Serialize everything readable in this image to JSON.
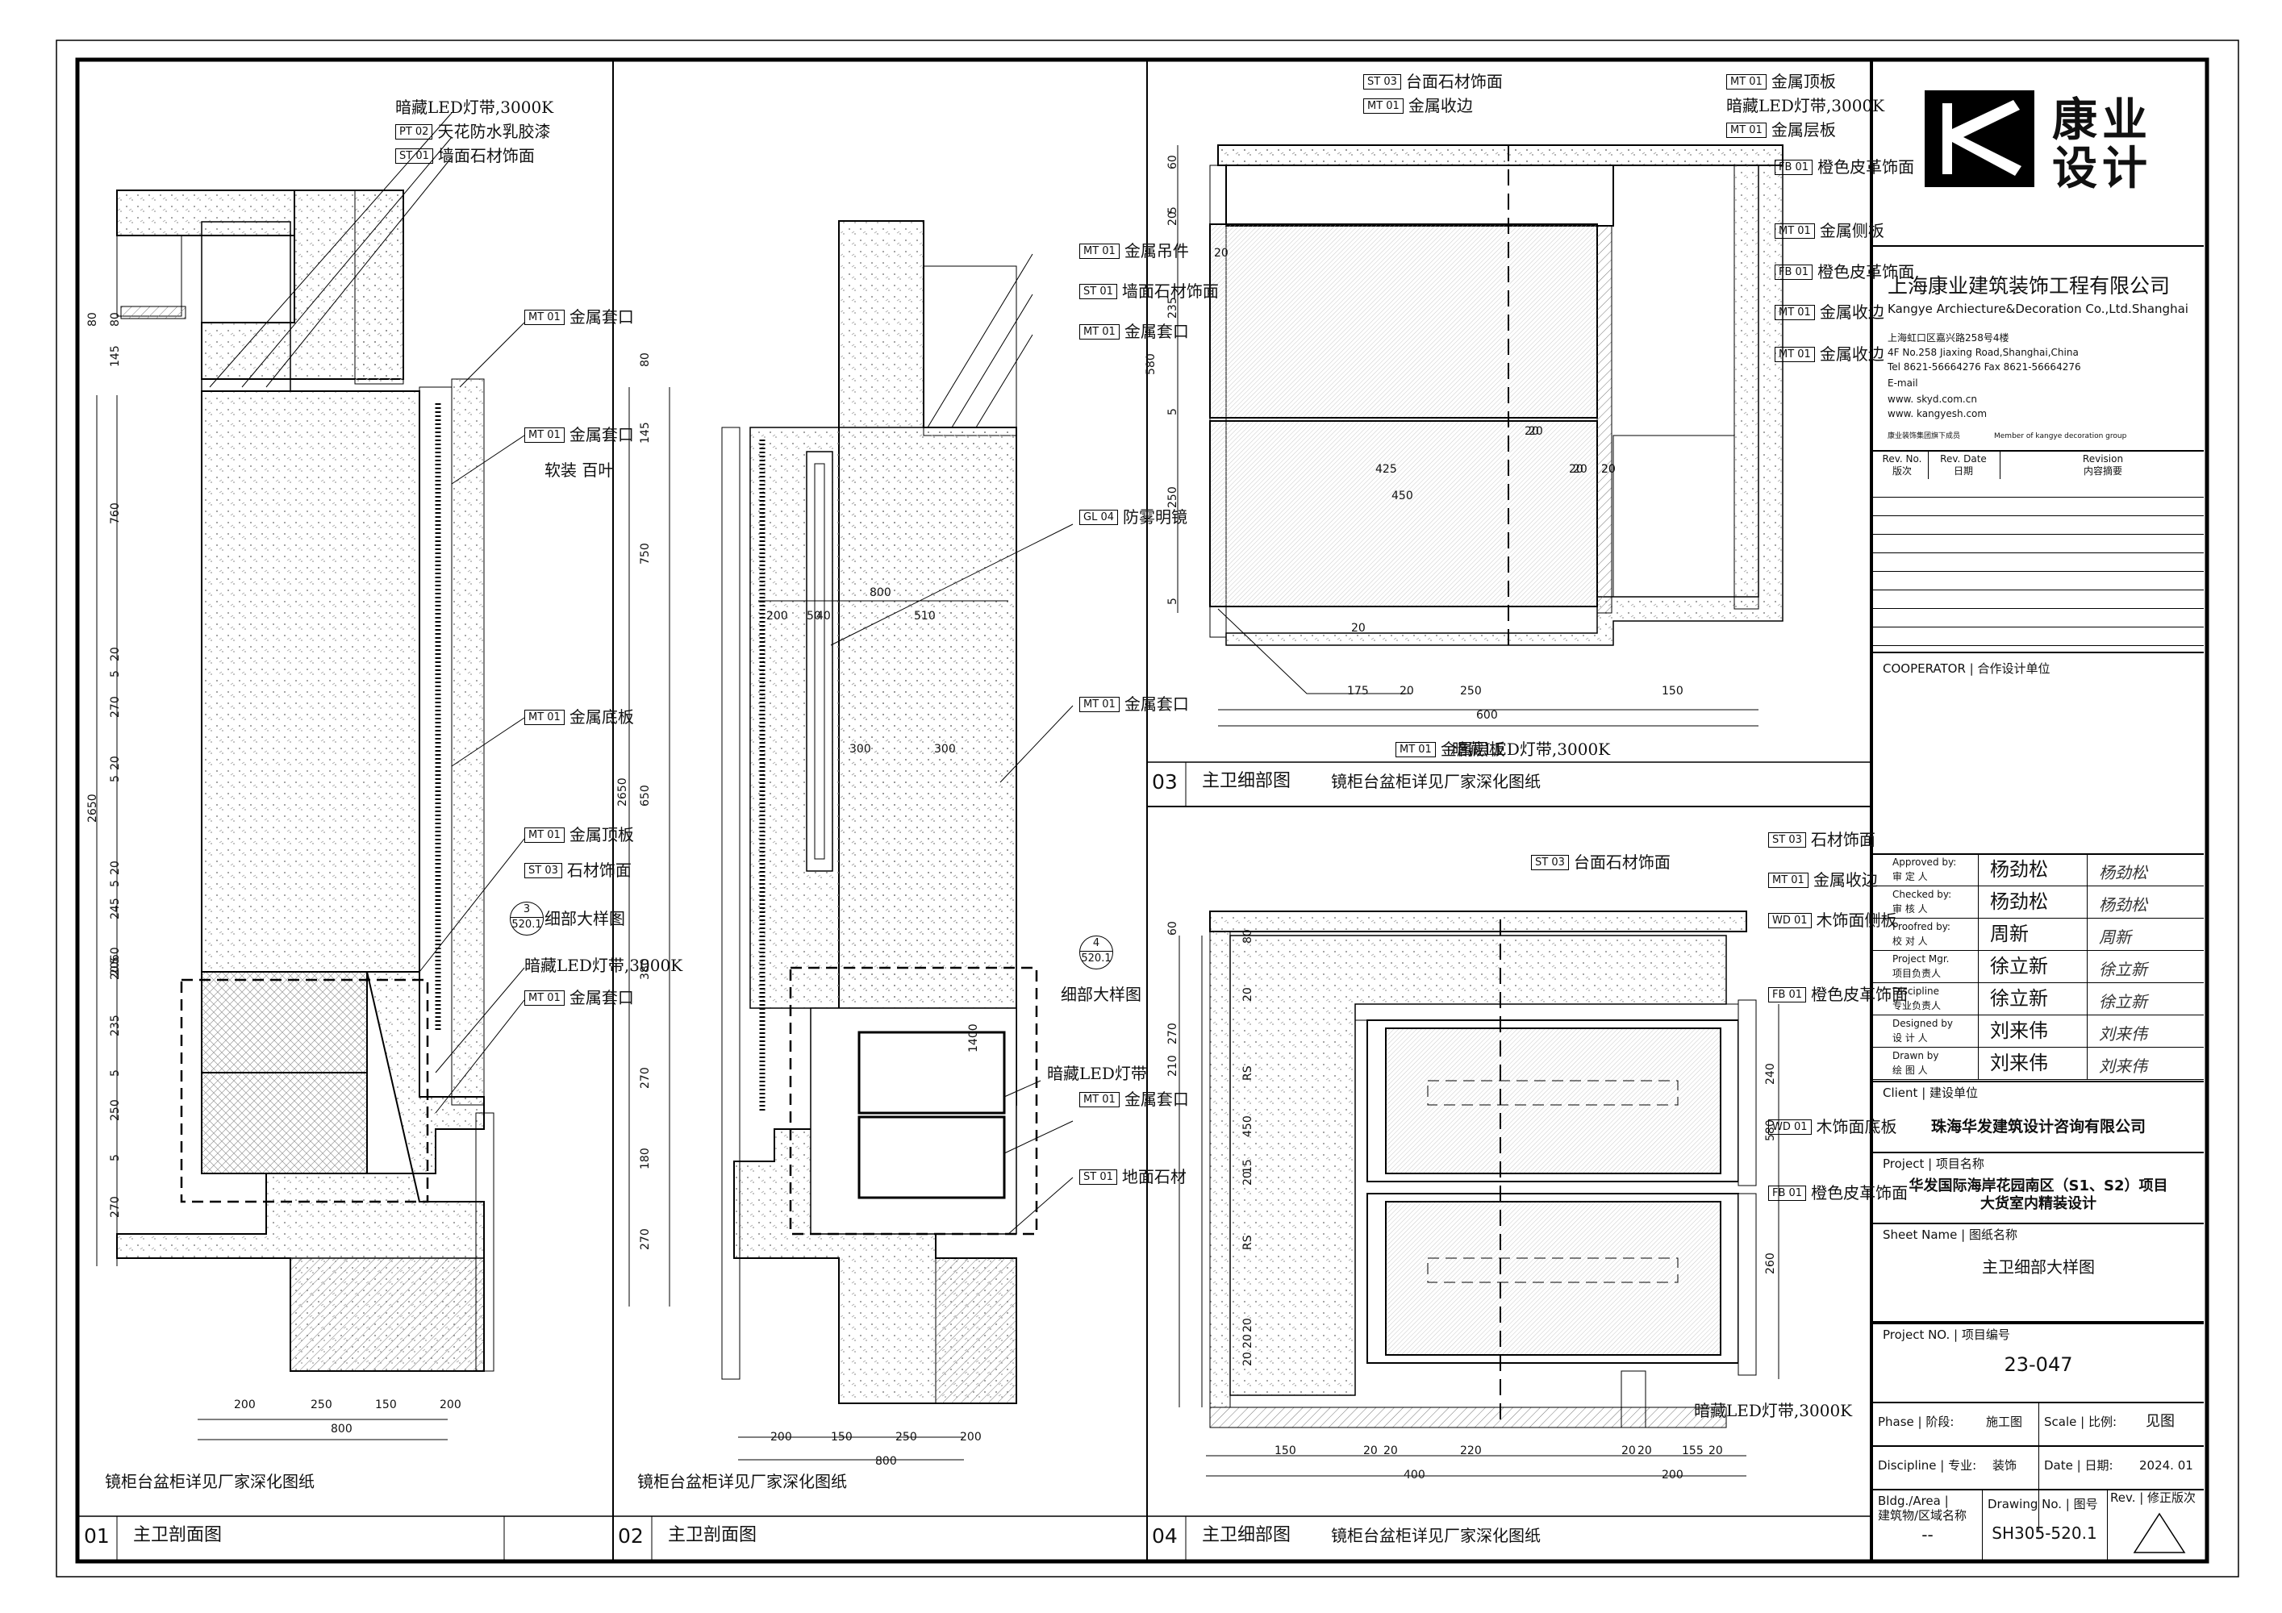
{
  "panels": [
    {
      "num": "01",
      "title": "主卫剖面图",
      "note": "镜柜台盆柜详见厂家深化图纸"
    },
    {
      "num": "02",
      "title": "主卫剖面图",
      "note": "镜柜台盆柜详见厂家深化图纸"
    },
    {
      "num": "03",
      "title": "主卫细部图",
      "note": "镜柜台盆柜详见厂家深化图纸"
    },
    {
      "num": "04",
      "title": "主卫细部图",
      "note": "镜柜台盆柜详见厂家深化图纸"
    }
  ],
  "tags": {
    "p1": [
      {
        "code": "",
        "text": "暗藏LED灯带,3000K"
      },
      {
        "code": "PT 02",
        "text": "天花防水乳胶漆"
      },
      {
        "code": "ST 01",
        "text": "墙面石材饰面"
      },
      {
        "code": "MT 01",
        "text": "金属套口"
      },
      {
        "code": "MT 01",
        "text": "金属套口"
      },
      {
        "code": "",
        "text": "软装 百叶"
      },
      {
        "code": "MT 01",
        "text": "金属底板"
      },
      {
        "code": "MT 01",
        "text": "金属顶板"
      },
      {
        "code": "ST 03",
        "text": "石材饰面"
      },
      {
        "code": "",
        "text": "细部大样图"
      },
      {
        "code": "",
        "text": "暗藏LED灯带,3000K"
      },
      {
        "code": "MT 01",
        "text": "金属套口"
      }
    ],
    "p2": [
      {
        "code": "MT 01",
        "text": "金属吊件"
      },
      {
        "code": "ST 01",
        "text": "墙面石材饰面"
      },
      {
        "code": "MT 01",
        "text": "金属套口"
      },
      {
        "code": "GL 04",
        "text": "防雾明镜"
      },
      {
        "code": "MT 01",
        "text": "金属套口"
      },
      {
        "code": "",
        "text": "细部大样图"
      },
      {
        "code": "",
        "text": "暗藏LED灯带"
      },
      {
        "code": "MT 01",
        "text": "金属套口"
      },
      {
        "code": "ST 01",
        "text": "地面石材"
      }
    ],
    "p3": [
      {
        "code": "ST 03",
        "text": "台面石材饰面"
      },
      {
        "code": "MT 01",
        "text": "金属收边"
      },
      {
        "code": "MT 01",
        "text": "金属顶板"
      },
      {
        "code": "",
        "text": "暗藏LED灯带,3000K"
      },
      {
        "code": "MT 01",
        "text": "金属层板"
      },
      {
        "code": "FB 01",
        "text": "橙色皮革饰面"
      },
      {
        "code": "MT 01",
        "text": "金属侧板"
      },
      {
        "code": "FB 01",
        "text": "橙色皮革饰面"
      },
      {
        "code": "MT 01",
        "text": "金属收边"
      },
      {
        "code": "MT 01",
        "text": "金属收边"
      },
      {
        "code": "MT 01",
        "text": "金属层板"
      },
      {
        "code": "",
        "text": "暗藏LED灯带,3000K"
      }
    ],
    "p4": [
      {
        "code": "ST 03",
        "text": "台面石材饰面"
      },
      {
        "code": "ST 03",
        "text": "石材饰面"
      },
      {
        "code": "MT 01",
        "text": "金属收边"
      },
      {
        "code": "WD 01",
        "text": "木饰面侧板"
      },
      {
        "code": "FB 01",
        "text": "橙色皮革饰面"
      },
      {
        "code": "WD 01",
        "text": "木饰面底板"
      },
      {
        "code": "FB 01",
        "text": "橙色皮革饰面"
      },
      {
        "code": "",
        "text": "暗藏LED灯带,3000K"
      }
    ]
  },
  "callouts": {
    "p1": {
      "top": "3",
      "bottom": "520.1"
    },
    "p2": {
      "top": "4",
      "bottom": "520.1"
    }
  },
  "dims": {
    "p1_v": [
      "80",
      "80",
      "145",
      "760",
      "20",
      "5",
      "270",
      "20",
      "5",
      "20",
      "5",
      "245",
      "5",
      "20",
      "235",
      "5",
      "250",
      "5",
      "270",
      "2650",
      "2060"
    ],
    "p1_h": [
      "200",
      "250",
      "150",
      "200",
      "800"
    ],
    "p2_v": [
      "80",
      "145",
      "750",
      "650",
      "380",
      "270",
      "180",
      "270",
      "2650",
      "1400"
    ],
    "p2_h": [
      "200",
      "150",
      "250",
      "200",
      "800",
      "800",
      "200",
      "50",
      "40",
      "510",
      "300",
      "300"
    ],
    "p3_v": [
      "60",
      "5",
      "20",
      "235",
      "580",
      "5",
      "250",
      "5"
    ],
    "p3_h": [
      "20",
      "425",
      "450",
      "20",
      "20",
      "20",
      "175",
      "20",
      "250",
      "150",
      "600",
      "20",
      "20",
      "20",
      "20"
    ],
    "p4_v": [
      "60",
      "270",
      "210",
      "80",
      "20",
      "RS",
      "450",
      "15",
      "20",
      "RS",
      "20",
      "20",
      "20",
      "580",
      "240",
      "260"
    ],
    "p4_h": [
      "150",
      "20",
      "20",
      "220",
      "20",
      "20",
      "155",
      "20",
      "400",
      "200"
    ]
  },
  "title_block": {
    "logo_text": "康业设计",
    "company_cn": "上海康业建筑装饰工程有限公司",
    "company_en": "Kangye Archiecture&Decoration Co.,Ltd.Shanghai",
    "address_cn": "上海虹口区嘉兴路258号4楼",
    "address_en": "4F No.258 Jiaxing Road,Shanghai,China",
    "tel": "Tel 8621-56664276  Fax 8621-56664276",
    "email_label": "E-mail",
    "web1": "www. skyd.com.cn",
    "web2": "www. kangyesh.com",
    "group_cn": "康业装饰集团旗下成员",
    "group_en": "Member of kangye decoration group",
    "rev_no": "Rev. No.",
    "rev_no_cn": "版次",
    "rev_date": "Rev. Date",
    "rev_date_cn": "日期",
    "revision": "Revision",
    "revision_cn": "内容摘要",
    "cooperator": "COOPERATOR | 合作设计单位",
    "approvals": [
      {
        "en": "Approved by:",
        "cn": "审 定 人",
        "name": "杨劲松",
        "sig": "杨劲松"
      },
      {
        "en": "Checked by:",
        "cn": "审 核 人",
        "name": "杨劲松",
        "sig": "杨劲松"
      },
      {
        "en": "Proofred by:",
        "cn": "校 对 人",
        "name": "周新",
        "sig": "周新"
      },
      {
        "en": "Project Mgr.",
        "cn": "项目负责人",
        "name": "徐立新",
        "sig": "徐立新"
      },
      {
        "en": "Discipline",
        "cn": "专业负责人",
        "name": "徐立新",
        "sig": "徐立新"
      },
      {
        "en": "Designed by",
        "cn": "设 计 人",
        "name": "刘来伟",
        "sig": "刘来伟"
      },
      {
        "en": "Drawn by",
        "cn": "绘 图 人",
        "name": "刘来伟",
        "sig": "刘来伟"
      }
    ],
    "client_label": "Client | 建设单位",
    "client": "珠海华发建筑设计咨询有限公司",
    "project_label": "Project | 项目名称",
    "project_l1": "华发国际海岸花园南区（S1、S2）项目",
    "project_l2": "大货室内精装设计",
    "sheet_label": "Sheet Name | 图纸名称",
    "sheet_name": "主卫细部大样图",
    "projno_label": "Project NO. | 项目编号",
    "projno": "23-047",
    "phase_label": "Phase | 阶段:",
    "phase": "施工图",
    "scale_label": "Scale | 比例:",
    "scale": "见图",
    "disc_label": "Discipline | 专业:",
    "disc": "装饰",
    "date_label": "Date | 日期:",
    "date": "2024. 01",
    "bldg_label1": "Bldg./Area |",
    "bldg_label2": "建筑物/区域名称",
    "bldg": "--",
    "dwg_label": "Drawing No. | 图号",
    "dwg": "SH305-520.1",
    "rev_label": "Rev. | 修正版次"
  }
}
